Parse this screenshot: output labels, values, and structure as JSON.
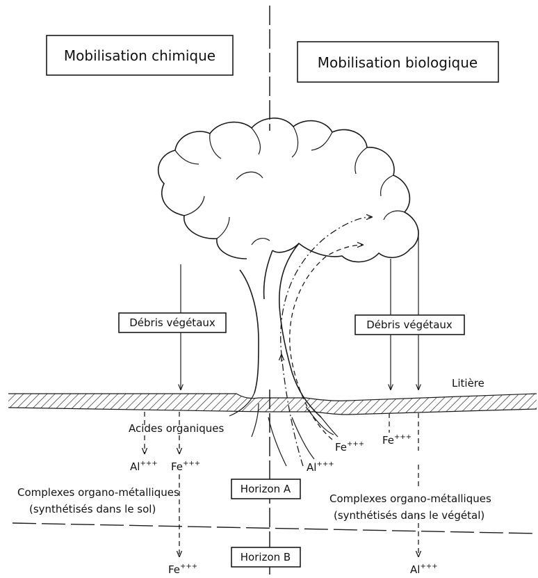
{
  "titles": {
    "chemical": "Mobilisation chimique",
    "biological": "Mobilisation biologique"
  },
  "labels": {
    "debris_left": "Débris végétaux",
    "debris_right": "Débris végétaux",
    "litter": "Litière",
    "organic_acids": "Acides organiques",
    "complexes_left_line1": "Complexes organo-métalliques",
    "complexes_left_line2": "(synthétisés dans le sol)",
    "complexes_right_line1": "Complexes organo-métalliques",
    "complexes_right_line2": "(synthétisés dans le végétal)",
    "horizon_a": "Horizon A",
    "horizon_b": "Horizon B"
  },
  "ions": {
    "al_left": "Al",
    "fe_left": "Fe",
    "fe_root": "Fe",
    "al_root": "Al",
    "fe_right": "Fe",
    "fe_bottom_left": "Fe",
    "al_bottom_right": "Al",
    "charge": "+++"
  }
}
